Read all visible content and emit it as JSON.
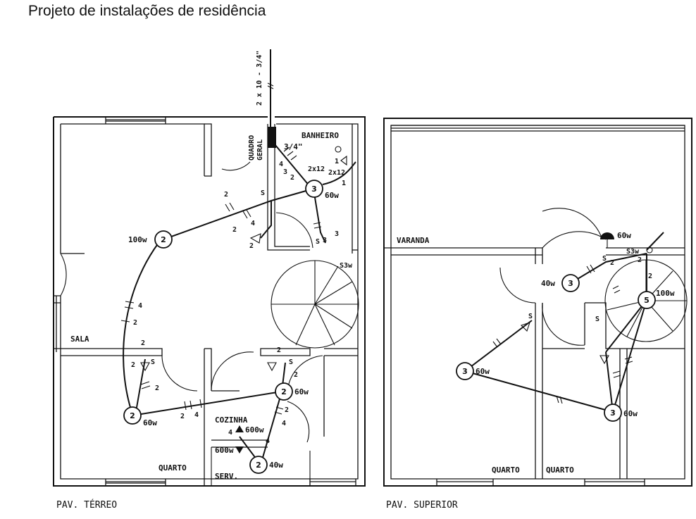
{
  "title": "Projeto de instalações de residência",
  "ground_floor": {
    "caption": "PAV. TÉRREO",
    "rooms": {
      "bathroom": "BANHEIRO",
      "living": "SALA",
      "bedroom": "QUARTO",
      "kitchen": "COZINHA",
      "service": "SERV."
    },
    "panel_line1": "QUADRO",
    "panel_line2": "GERAL",
    "feeder": "2 x 10 - 3/4\"",
    "conduit": "3/4\"",
    "lamp_numbers": {
      "living": "2",
      "bathroom": "3",
      "bedroom": "2",
      "kitchen": "2",
      "service": "2"
    },
    "powers": {
      "living": "100w",
      "bathroom": "60w",
      "bedroom": "60w",
      "kitchen": "60w",
      "service": "40w",
      "kitchen_outlet_1": "600w",
      "kitchen_outlet_2": "600w"
    },
    "conductor_marks": [
      "2",
      "4",
      "2",
      "4",
      "2",
      "2",
      "4",
      "2",
      "2",
      "4",
      "2",
      "2",
      "4",
      "2",
      "2",
      "4",
      "2x12",
      "2x12",
      "3",
      "2",
      "1",
      "3",
      "3",
      "2",
      "1",
      "4"
    ],
    "switch_labels": {
      "s": "S",
      "s3w": "S3w"
    }
  },
  "upper_floor": {
    "caption": "PAV. SUPERIOR",
    "rooms": {
      "balcony": "VARANDA",
      "bedroom_left": "QUARTO",
      "bedroom_right": "QUARTO"
    },
    "lamp_numbers": {
      "hall": "3",
      "bedroom_left": "3",
      "bedroom_right": "3",
      "stair": "5"
    },
    "powers": {
      "balcony": "60w",
      "hall": "40w",
      "stair": "100w",
      "bedroom_left": "60w",
      "bedroom_right": "60w"
    },
    "conductor_marks": [
      "2",
      "2",
      "2"
    ],
    "switch_labels": {
      "s": "S",
      "s3w": "S3w"
    }
  }
}
